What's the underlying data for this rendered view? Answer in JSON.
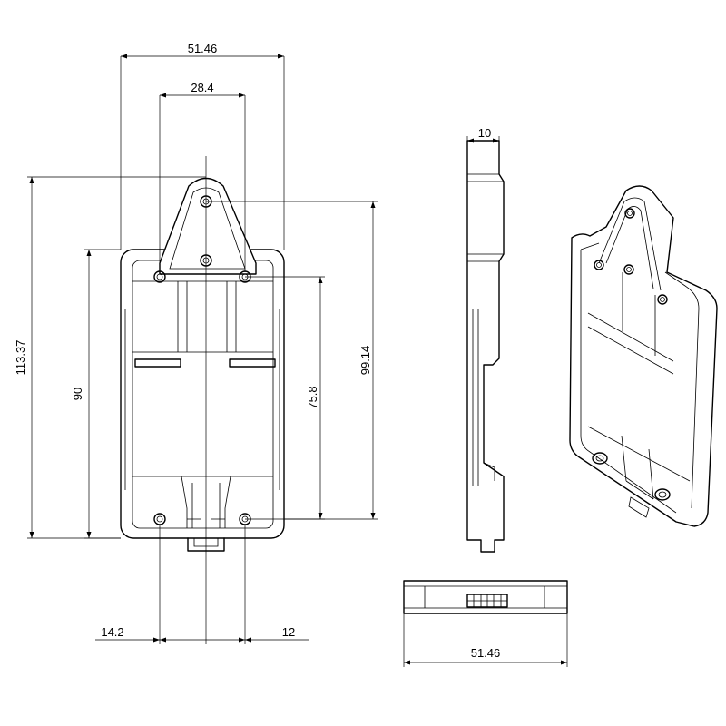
{
  "front_view": {
    "width_overall": "51.46",
    "width_holes": "28.4",
    "height_overall": "113.37",
    "height_inner": "90",
    "height_holes": "75.8",
    "height_tab": "99.14",
    "offset_left": "14.2",
    "offset_right": "12"
  },
  "side_view": {
    "thickness": "10"
  },
  "bottom_view": {
    "width": "51.46"
  }
}
